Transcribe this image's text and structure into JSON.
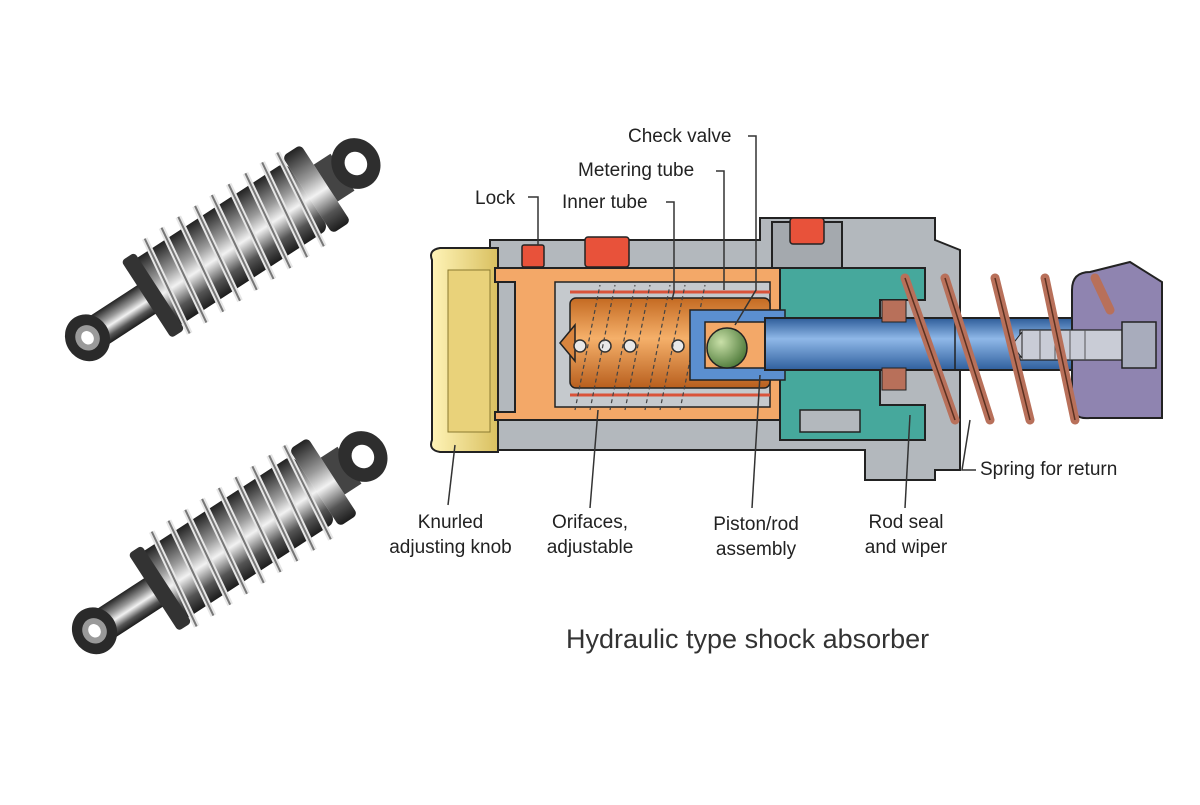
{
  "diagram": {
    "caption": "Hydraulic type shock absorber",
    "labels": {
      "check_valve": "Check valve",
      "metering_tube": "Metering tube",
      "inner_tube": "Inner tube",
      "lock": "Lock",
      "knob_line1": "Knurled",
      "knob_line2": "adjusting knob",
      "orifices_line1": "Orifaces,",
      "orifices_line2": "adjustable",
      "piston_line1": "Piston/rod",
      "piston_line2": "assembly",
      "seal_line1": "Rod seal",
      "seal_line2": "and wiper",
      "spring": "Spring for return"
    },
    "colors": {
      "housing": "#a9aeb4",
      "knob": "#f2e08a",
      "adjuster": "#f5a866",
      "lock": "#e8523a",
      "rod": "#4f86c8",
      "seal_body": "#3a9a8f",
      "spring": "#b8705a",
      "end_cap": "#8f84b0"
    }
  }
}
